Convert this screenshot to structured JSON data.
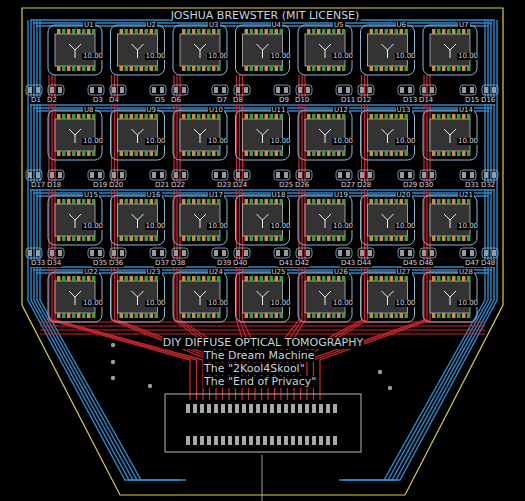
{
  "diagram": {
    "title": "JOSHUA BREWSTER (MIT LICENSE)",
    "labels": [
      "U1",
      "10.00",
      "U2",
      "10.00",
      "U3",
      "10.00",
      "U4",
      "10.00",
      "U5",
      "10.00",
      "U6",
      "10.00",
      "U7",
      "10.00",
      "U8",
      "10.00",
      "U9",
      "10.00",
      "U10",
      "10.00",
      "U11",
      "10.00",
      "U12",
      "10.00",
      "U13",
      "10.00",
      "U14",
      "10.00",
      "U15",
      "10.00",
      "U16",
      "10.00",
      "U17",
      "10.00",
      "U18",
      "10.00",
      "U19",
      "10.00",
      "U20",
      "10.00",
      "U21",
      "10.00",
      "U22",
      "10.00",
      "U23",
      "10.00",
      "U24",
      "10.00",
      "U25",
      "10.00",
      "U26",
      "10.00",
      "U27",
      "10.00",
      "U28",
      "10.00",
      "D1",
      "D2",
      "D3",
      "D4",
      "D5",
      "D6",
      "D7",
      "D8",
      "D9",
      "D10",
      "D11",
      "D12",
      "D13",
      "D14",
      "D15",
      "D16",
      "D17",
      "D18",
      "D19",
      "D20",
      "D21",
      "D22",
      "D23",
      "D24",
      "D25",
      "D26",
      "D27",
      "D28",
      "D29",
      "D30",
      "D31",
      "D32",
      "D33",
      "D34",
      "D35",
      "D36",
      "D37",
      "D38",
      "D39",
      "D40",
      "D41",
      "D42",
      "D43",
      "D44",
      "D45",
      "D46",
      "D47",
      "D48",
      "DIY DIFFUSE OPTICAL TOMOGRAPHY",
      "The Dream Machine",
      "The \"2Kool4Skool\"",
      "The \"End of Privacy\""
    ]
  }
}
